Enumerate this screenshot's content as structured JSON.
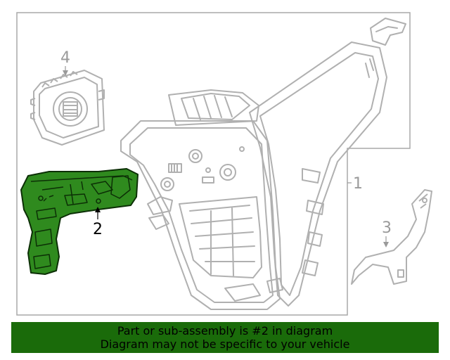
{
  "callouts": {
    "c1": "1",
    "c2": "2",
    "c3": "3",
    "c4": "4"
  },
  "banner": {
    "line1": "Part or sub-assembly is #2 in diagram",
    "line2": "Diagram may not be specific to your vehicle",
    "color": "#1a6b0a"
  },
  "highlight_color": "#2f8a1e",
  "highlighted_part": "2"
}
